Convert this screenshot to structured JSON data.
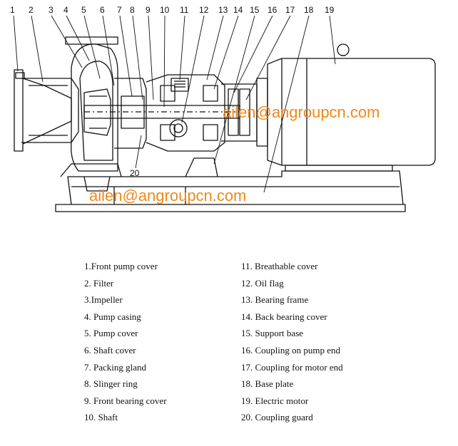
{
  "callouts": [
    "1",
    "2",
    "3",
    "4",
    "5",
    "6",
    "7",
    "8",
    "9",
    "10",
    "11",
    "12",
    "13",
    "14",
    "15",
    "16",
    "17",
    "18",
    "19",
    "20"
  ],
  "watermarks": [
    "ailen@angroupcn.com",
    "ailen@angroupcn.com"
  ],
  "legend_left": [
    "1.Front pump cover",
    "2. Filter",
    "3.Impeller",
    "4. Pump casing",
    "5. Pump cover",
    "6. Shaft cover",
    "7. Packing gland",
    "8. Slinger ring",
    "9. Front bearing cover",
    "10. Shaft"
  ],
  "legend_right": [
    "11. Breathable cover",
    "12. Oil flag",
    "13. Bearing frame",
    "14. Back bearing cover",
    "15. Support base",
    "16. Coupling on pump end",
    "17. Coupling for motor end",
    "18. Base plate",
    "19. Electric motor",
    "20. Coupling guard"
  ],
  "colors": {
    "line": "#111111",
    "watermark": "#f08a1c",
    "background": "#ffffff"
  }
}
